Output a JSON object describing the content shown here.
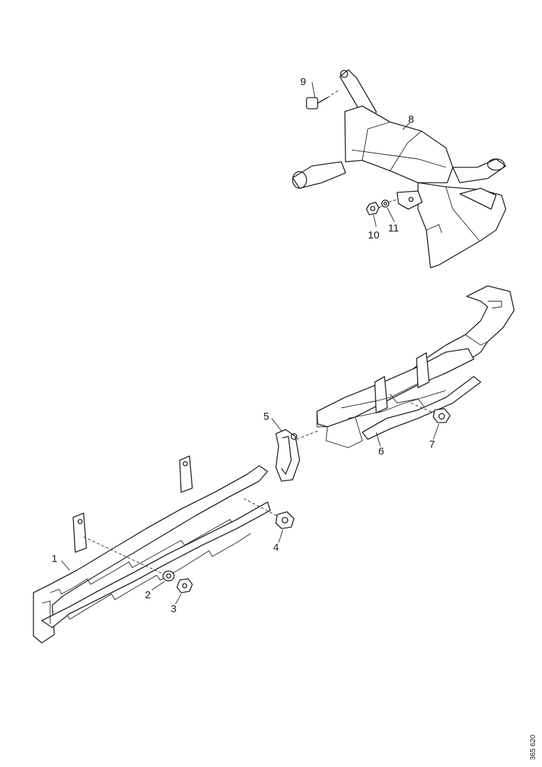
{
  "callouts": {
    "c1": "1",
    "c2": "2",
    "c3": "3",
    "c4": "4",
    "c5": "5",
    "c6": "6",
    "c7": "7",
    "c8": "8",
    "c9": "9",
    "c10": "10",
    "c11": "11"
  },
  "reference_number": "365 620"
}
